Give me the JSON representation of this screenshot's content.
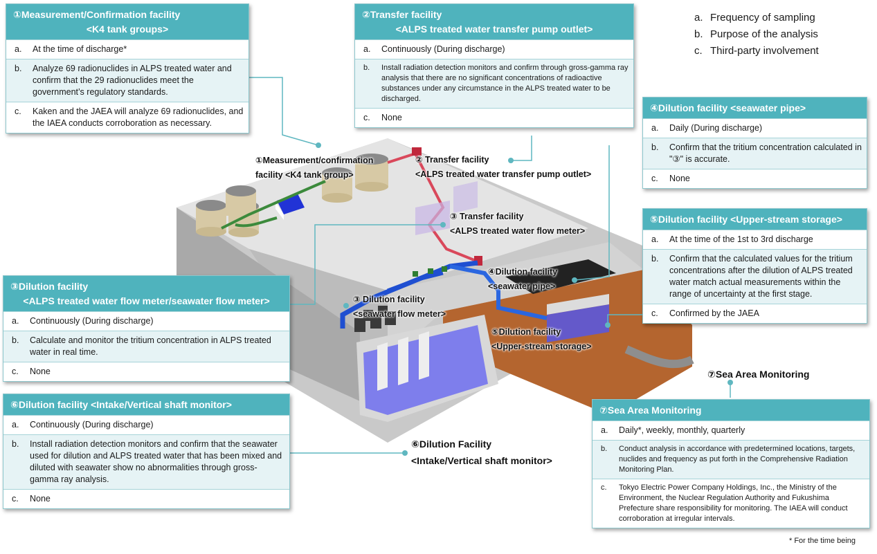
{
  "legend": [
    {
      "k": "a.",
      "text": "Frequency of sampling"
    },
    {
      "k": "b.",
      "text": "Purpose of the analysis"
    },
    {
      "k": "c.",
      "text": "Third-party involvement"
    }
  ],
  "boxes": {
    "b1": {
      "title": "①Measurement/Confirmation facility",
      "subtitle": "<K4 tank groups>",
      "a": "At the time of discharge*",
      "b": "Analyze 69 radionuclides in ALPS treated water and confirm that the 29 radionuclides meet the government’s regulatory standards.",
      "c": "Kaken and the JAEA will analyze 69 radionuclides, and the IAEA conducts corroboration as necessary."
    },
    "b2": {
      "title": "②Transfer facility",
      "subtitle": "<ALPS treated water transfer pump outlet>",
      "a": "Continuously (During discharge)",
      "b": "Install radiation detection monitors and confirm through gross-gamma ray analysis that there are no significant concentrations of radioactive substances under any circumstance in the ALPS treated water to be discharged.",
      "c": "None"
    },
    "b3": {
      "title": "③Dilution facility",
      "subtitle": "<ALPS treated water flow meter/seawater flow meter>",
      "a": "Continuously (During discharge)",
      "b": "Calculate and monitor the tritium concentration in ALPS treated water in real time.",
      "c": "None"
    },
    "b4": {
      "title": "④Dilution facility <seawater pipe>",
      "a": "Daily (During discharge)",
      "b": "Confirm that the tritium concentration calculated in \"③\" is accurate.",
      "c": "None"
    },
    "b5": {
      "title": "⑤Dilution facility <Upper-stream storage>",
      "a": "At the time of the 1st  to 3rd discharge",
      "b": "Confirm that the calculated values for the tritium concentrations after the dilution of ALPS treated water match actual measurements within the range of uncertainty at the first stage.",
      "c": "Confirmed by the JAEA"
    },
    "b6": {
      "title": "⑥Dilution facility <Intake/Vertical shaft monitor>",
      "a": "Continuously (During discharge)",
      "b": "Install radiation detection monitors and confirm that the seawater used for dilution and ALPS treated water that has been mixed and diluted with seawater show no abnormalities through gross-gamma ray analysis.",
      "c": "None"
    },
    "b7": {
      "title": "⑦Sea Area Monitoring",
      "a": "Daily*, weekly, monthly, quarterly",
      "b": "Conduct analysis in accordance with predetermined locations, targets, nuclides and frequency as put forth in the Comprehensive Radiation Monitoring Plan.",
      "c": "Tokyo Electric Power Company Holdings, Inc., the Ministry of the Environment, the Nuclear Regulation Authority and Fukushima Prefecture share responsibility for monitoring. The IAEA will conduct corroboration  at irregular intervals."
    }
  },
  "labels": {
    "l1a": "①Measurement/confirmation",
    "l1b": "facility <K4 tank group>",
    "l2a": "② Transfer facility",
    "l2b": "<ALPS treated water transfer pump outlet>",
    "l3a": "③ Transfer facility",
    "l3b": "<ALPS treated water flow meter>",
    "l4a": "④Dilution facility",
    "l4b": "<seawater pipe>",
    "l5a": "③ Dilution facility",
    "l5b": "<seawater flow meter>",
    "l6a": "⑤Dilution facility",
    "l6b": "<Upper-stream storage>",
    "l7": "⑦Sea Area Monitoring",
    "l8a": "⑥Dilution Facility",
    "l8b": "<Intake/Vertical shaft monitor>"
  },
  "footnote": "* For the time being",
  "colors": {
    "accent": "#4fb3bd",
    "row_alt": "#e6f3f5",
    "pipe_red": "#d9485b",
    "pipe_blue": "#1f4fd1"
  }
}
